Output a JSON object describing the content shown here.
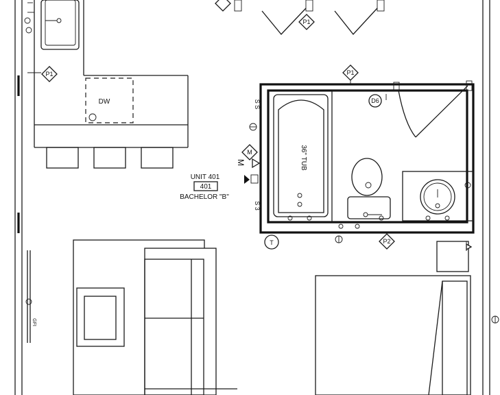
{
  "unit": {
    "label": "UNIT 401",
    "number": "401",
    "type": "BACHELOR \"B\""
  },
  "tags": {
    "p1": "P1",
    "p2": "P2",
    "d6": "D6",
    "m": "M",
    "t": "T"
  },
  "fixtures": {
    "dishwasher": "DW",
    "tub": "36\" TUB"
  },
  "outlet_marks": {
    "double_s": "S S",
    "s3": "S 3",
    "m_symbol": "M",
    "gfi": "GFI"
  }
}
